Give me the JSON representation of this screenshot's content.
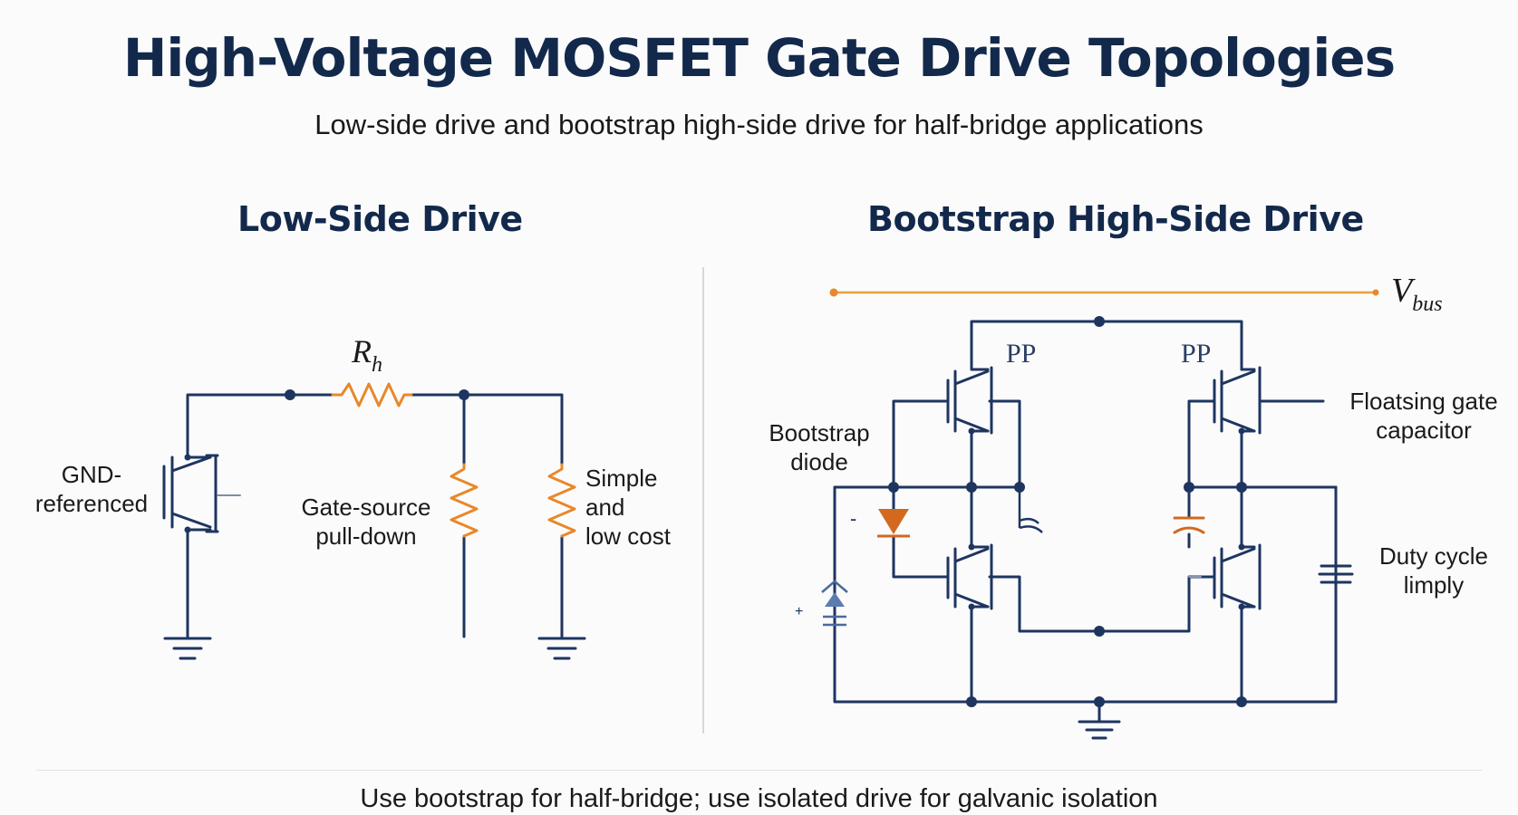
{
  "header": {
    "title": "High-Voltage MOSFET Gate Drive Topologies",
    "subtitle": "Low-side drive and bootstrap high-side drive for half-bridge applications"
  },
  "low_side": {
    "title": "Low-Side Drive",
    "resistor_label": "R",
    "resistor_sub": "h",
    "label_gnd_line1": "GND-",
    "label_gnd_line2": "referenced",
    "label_pulldown_line1": "Gate-source",
    "label_pulldown_line2": "pull-down",
    "label_simple_line1": "Simple",
    "label_simple_line2": "and",
    "label_simple_line3": "low cost"
  },
  "high_side": {
    "title": "Bootstrap High-Side Drive",
    "vbus_label": "V",
    "vbus_sub": "bus",
    "pp_left": "PP",
    "pp_right": "PP",
    "label_diode_line1": "Bootstrap",
    "label_diode_line2": "diode",
    "label_cap_line1": "Floatsing gate",
    "label_cap_line2": "capacitor",
    "label_duty_line1": "Duty cycle",
    "label_duty_line2": "limply",
    "minus_mark": "-",
    "plus_mark": "+"
  },
  "footer": {
    "note": "Use bootstrap for half-bridge; use isolated drive for galvanic isolation"
  },
  "colors": {
    "wire": "#1e3560",
    "accent": "#e8882a",
    "diode": "#d2691e",
    "title": "#13294b"
  }
}
